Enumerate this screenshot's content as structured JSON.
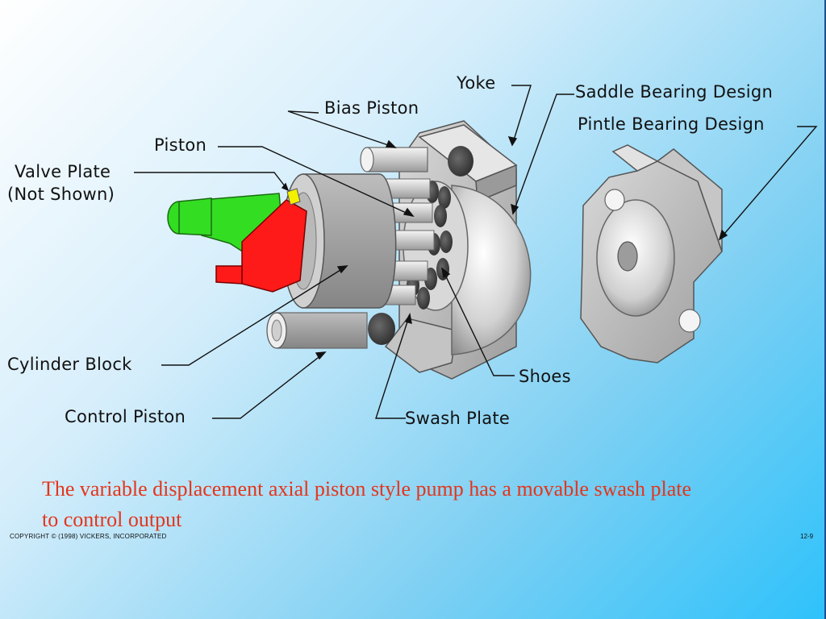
{
  "labels": {
    "yoke": "Yoke",
    "bias_piston": "Bias Piston",
    "saddle_bearing": "Saddle Bearing Design",
    "pintle_bearing": "Pintle Bearing Design",
    "piston": "Piston",
    "valve_plate_line1": "Valve Plate",
    "valve_plate_line2": "(Not Shown)",
    "cylinder_block": "Cylinder Block",
    "control_piston": "Control Piston",
    "shoes": "Shoes",
    "swash_plate": "Swash Plate"
  },
  "caption": "The variable displacement axial piston style pump has a movable swash plate to control output",
  "footer": {
    "copyright": "COPYRIGHT © (1998) VICKERS, INCORPORATED",
    "page_number": "12-9"
  },
  "colors": {
    "caption": "#e4351b",
    "valve_plate_red": "#ff1a1a",
    "valve_plate_green": "#33dd22",
    "metal": "#a9a9a9"
  }
}
